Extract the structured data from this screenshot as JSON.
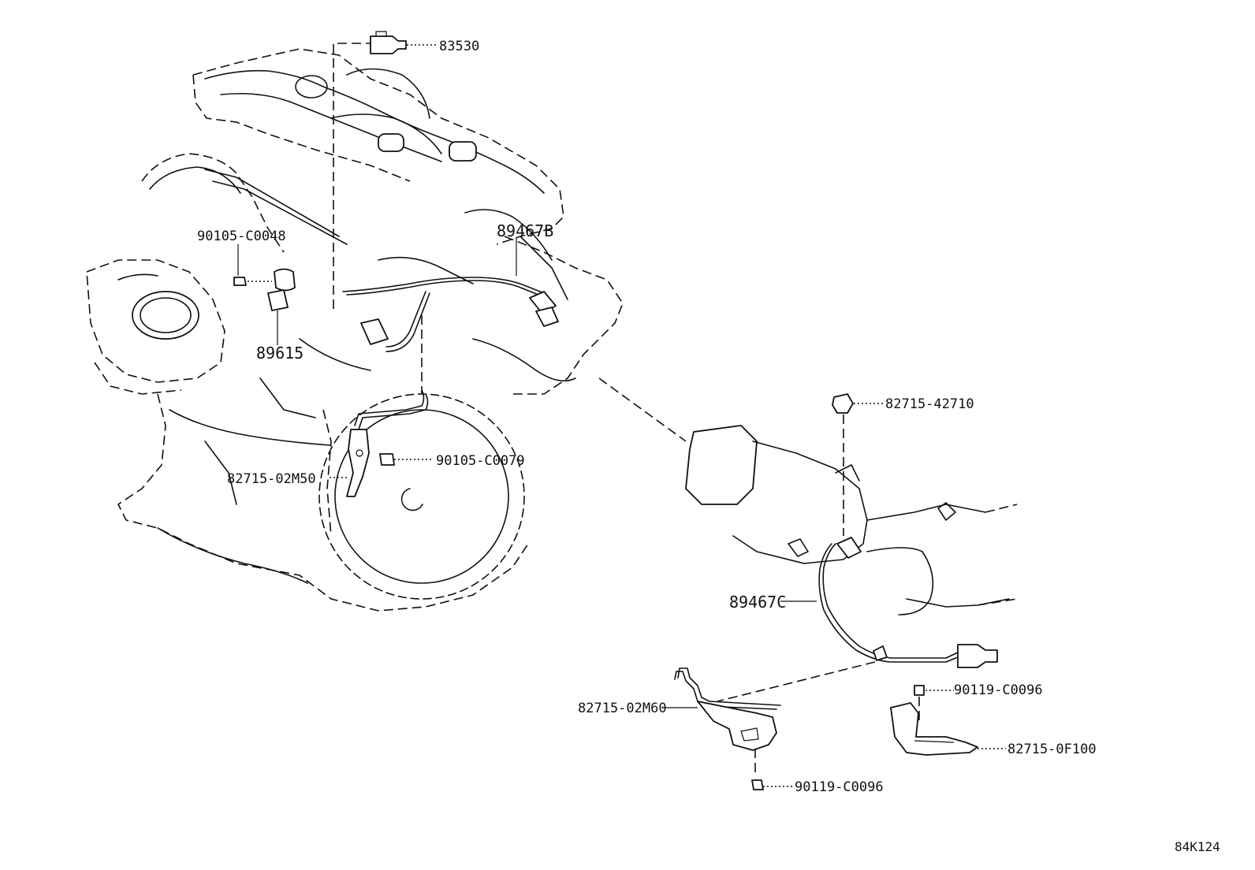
{
  "diagram": {
    "callouts": {
      "p83530": "83530",
      "p89467B": "89467B",
      "p90105_C0048": "90105-C0048",
      "p89615": "89615",
      "p82715_42710": "82715-42710",
      "p90105_C0079": "90105-C0079",
      "p82715_02M50": "82715-02M50",
      "p89467C": "89467C",
      "p90119_C0096_a": "90119-C0096",
      "p82715_02M60": "82715-02M60",
      "p82715_0F100": "82715-0F100",
      "p90119_C0096_b": "90119-C0096"
    },
    "diagram_code": "84K124"
  }
}
